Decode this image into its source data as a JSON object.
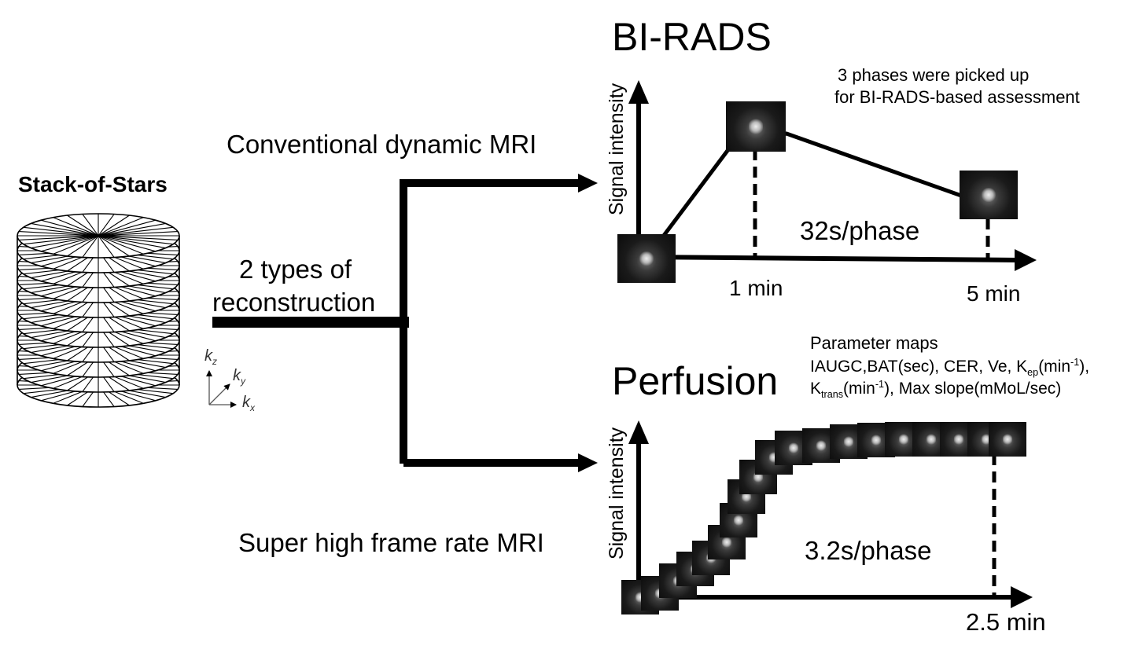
{
  "left": {
    "title": "Stack-of-Stars",
    "axes": {
      "kz": "k",
      "kz_sub": "z",
      "ky": "k",
      "ky_sub": "y",
      "kx": "k",
      "kx_sub": "x"
    },
    "branch_label_1": "2 types of",
    "branch_label_2": "reconstruction"
  },
  "top_branch": {
    "label": "Conventional dynamic MRI",
    "heading": "BI-RADS",
    "note_line1": "3 phases were picked up",
    "note_line2": "for BI-RADS-based assessment",
    "y_axis_label": "Signal intensity",
    "rate_label": "32s/phase",
    "tick_1": "1 min",
    "tick_2": "5 min"
  },
  "bottom_branch": {
    "label": "Super high frame rate MRI",
    "heading": "Perfusion",
    "param_title": "Parameter maps",
    "param_line1_a": "IAUGC,BAT(sec), CER, Ve, K",
    "param_line1_sub": "ep",
    "param_line1_b": "(min",
    "param_line1_sup": "-1",
    "param_line1_c": "),",
    "param_line2_a": "K",
    "param_line2_sub": "trans",
    "param_line2_b": "(min",
    "param_line2_sup": "-1",
    "param_line2_c": "), Max slope(mMoL/sec)",
    "y_axis_label": "Signal intensity",
    "rate_label": "3.2s/phase",
    "tick_1": "2.5 min"
  }
}
